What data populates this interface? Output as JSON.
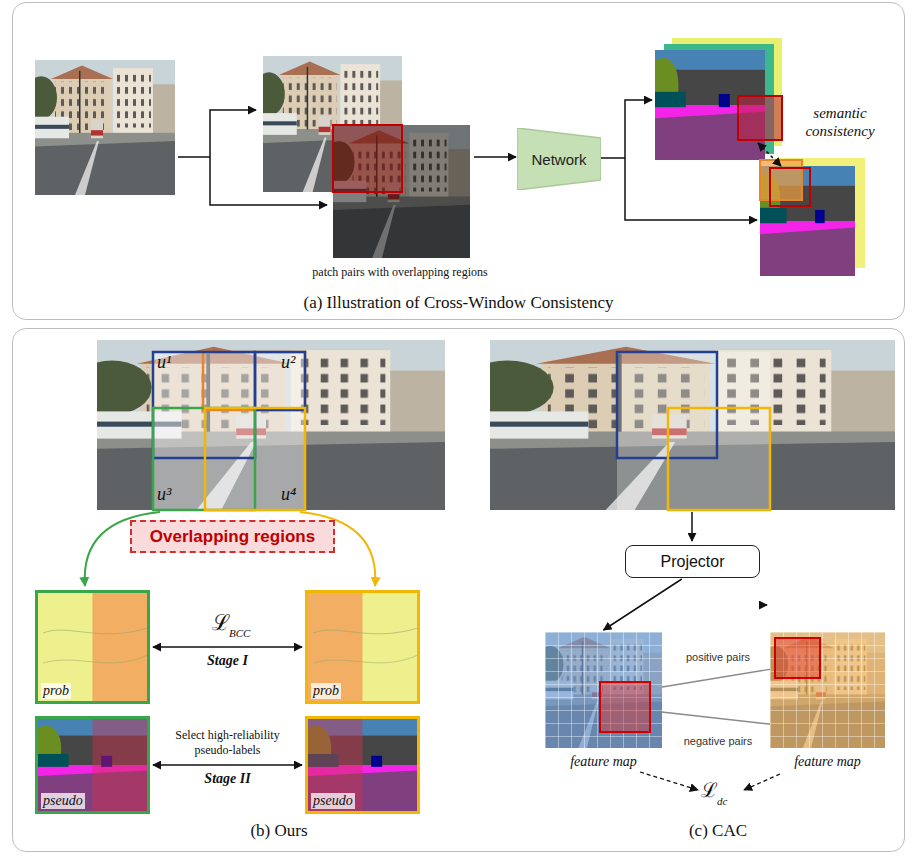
{
  "diagram": {
    "nodes": [
      {
        "text": [
          "(a) Illustration of Cross-Window Consistency"
        ]
      },
      {
        "text": [
          "Network"
        ],
        "in": 0
      },
      {
        "text": [
          "(b) Ours",
          "(c) CAC"
        ]
      },
      {
        "text": [
          "Overlapping regions"
        ],
        "in": 2
      },
      {
        "text": [
          "prob"
        ],
        "in": 2
      },
      {
        "text": [
          "prob"
        ],
        "in": 2
      },
      {
        "text": [
          "pseudo"
        ],
        "in": 2
      },
      {
        "text": [
          "pseudo"
        ],
        "in": 2
      },
      {
        "text": [
          "Projector"
        ],
        "in": 2
      },
      {
        "text": [
          "feature map"
        ],
        "in": 2
      },
      {
        "text": [
          "feature map"
        ],
        "in": 2
      }
    ],
    "edges": [
      {
        "from": 4,
        "to": 5,
        "arrow": "both",
        "label": "Stage I"
      },
      {
        "from": 6,
        "to": 7,
        "arrow": "both",
        "label": "Stage II"
      },
      {
        "from": 8,
        "to": 9,
        "arrow": "to"
      },
      {
        "from": 8,
        "to": 10,
        "arrow": "to"
      }
    ],
    "labels": [
      "patch pairs with overlapping regions",
      "semantic consistency",
      "u¹",
      "u²",
      "u³",
      "u⁴",
      "ℒ",
      "BCC",
      "Select high-reliability pseudo-labels",
      "positive pairs",
      "negative pairs",
      "ℒ",
      "dc"
    ]
  }
}
